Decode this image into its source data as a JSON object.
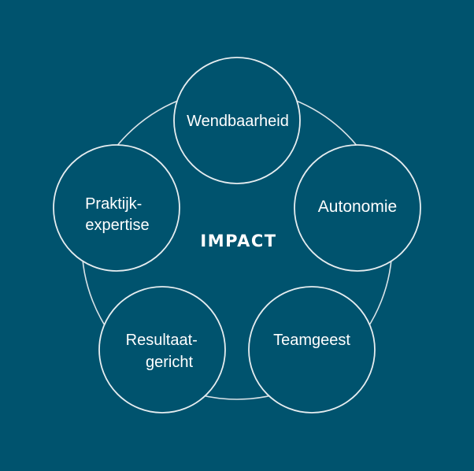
{
  "center_label": "IMPACT",
  "nodes": [
    {
      "id": "wendbaarheid",
      "lines": [
        "Wendbaarheid"
      ]
    },
    {
      "id": "autonomie",
      "lines": [
        "Autonomie"
      ]
    },
    {
      "id": "teamgeest",
      "lines": [
        "Teamgeest"
      ]
    },
    {
      "id": "resultaatgericht",
      "lines": [
        "Resultaat-",
        "gericht"
      ]
    },
    {
      "id": "praktijkexpertise",
      "lines": [
        "Praktijk-",
        "expertise"
      ]
    }
  ],
  "colors": {
    "background": "#00536e",
    "stroke": "#e6edf0",
    "text": "#ffffff"
  }
}
